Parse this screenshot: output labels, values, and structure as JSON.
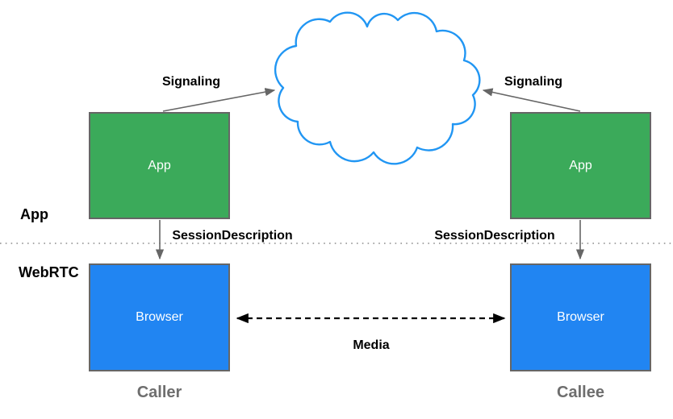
{
  "colors": {
    "app_box_green": "#3BAA5A",
    "browser_box_blue": "#2185F2",
    "cloud_blue": "#2196F3",
    "box_border_gray": "#666666",
    "connector_gray": "#666666",
    "connector_black": "#000000",
    "divider_gray": "#8C8C8C",
    "footer_gray": "#6E6E6E",
    "label_black": "#000000",
    "box_text_white": "#FFFFFF"
  },
  "layers": {
    "app_label": "App",
    "webrtc_label": "WebRTC"
  },
  "nodes": {
    "caller_app": {
      "label": "App"
    },
    "callee_app": {
      "label": "App"
    },
    "caller_browser": {
      "label": "Browser"
    },
    "callee_browser": {
      "label": "Browser"
    }
  },
  "edges": {
    "signaling_left": {
      "label": "Signaling"
    },
    "signaling_right": {
      "label": "Signaling"
    },
    "session_description_left": {
      "label": "SessionDescription"
    },
    "session_description_right": {
      "label": "SessionDescription"
    },
    "media": {
      "label": "Media"
    }
  },
  "footers": {
    "caller": "Caller",
    "callee": "Callee"
  }
}
